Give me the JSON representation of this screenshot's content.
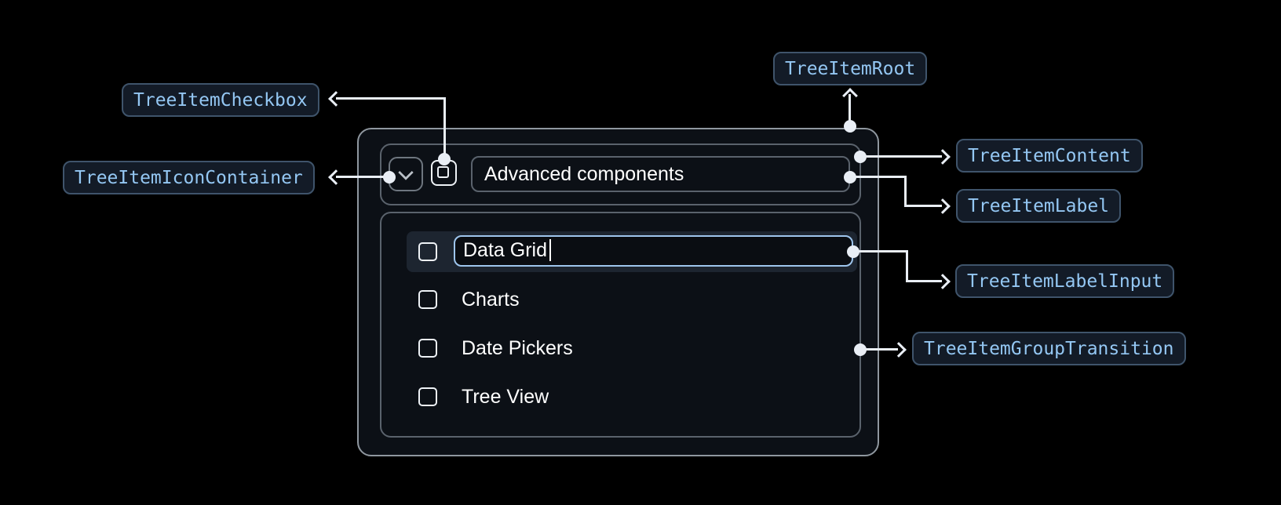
{
  "callouts": {
    "root": "TreeItemRoot",
    "checkbox": "TreeItemCheckbox",
    "icon_container": "TreeItemIconContainer",
    "content": "TreeItemContent",
    "label": "TreeItemLabel",
    "label_input": "TreeItemLabelInput",
    "group_transition": "TreeItemGroupTransition"
  },
  "tree": {
    "parent": {
      "label": "Advanced components",
      "expanded": true,
      "checkbox_checked": false
    },
    "edit_input": {
      "value": "Data Grid"
    },
    "children": [
      {
        "label": "Charts",
        "checkbox_checked": false
      },
      {
        "label": "Date Pickers",
        "checkbox_checked": false
      },
      {
        "label": "Tree View",
        "checkbox_checked": false
      }
    ]
  },
  "icons": {
    "expand": "chevron-down-icon",
    "checkbox_unchecked": "checkbox-unchecked-icon",
    "arrowheads": [
      "arrow-up-icon",
      "arrow-left-icon",
      "arrow-right-icon"
    ]
  },
  "colors": {
    "background": "#000000",
    "surface": "#0c1016",
    "outer_border": "#8f979f",
    "inner_border": "#5a626c",
    "row_highlight": "#1d2530",
    "input_border": "#9ec5ed",
    "connector": "#e9eef5",
    "callout_bg": "#131b27",
    "callout_border": "#3f546b",
    "callout_text": "#94c7f3",
    "text": "#ffffff"
  }
}
